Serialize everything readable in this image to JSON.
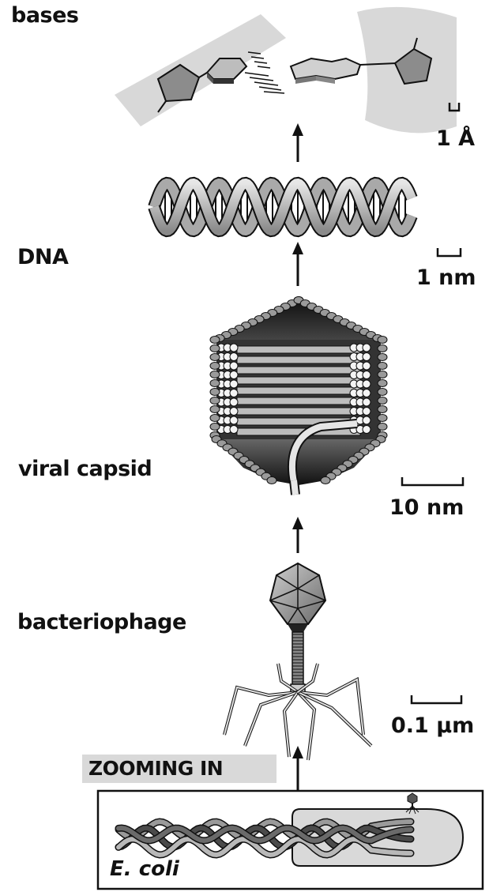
{
  "labels": {
    "bases": "bases",
    "dna": "DNA",
    "viral_capsid": "viral capsid",
    "bacteriophage": "bacteriophage",
    "zooming_in": "ZOOMING IN",
    "ecoli": "E. coli"
  },
  "scale_bars": {
    "bases": "1 Å",
    "dna": "1 nm",
    "capsid": "10 nm",
    "phage": "0.1 μm"
  },
  "colors": {
    "ink": "#111111",
    "light_gray": "#d6d6d6",
    "mid_gray": "#9a9a9a",
    "dark_gray": "#4a4a4a"
  }
}
